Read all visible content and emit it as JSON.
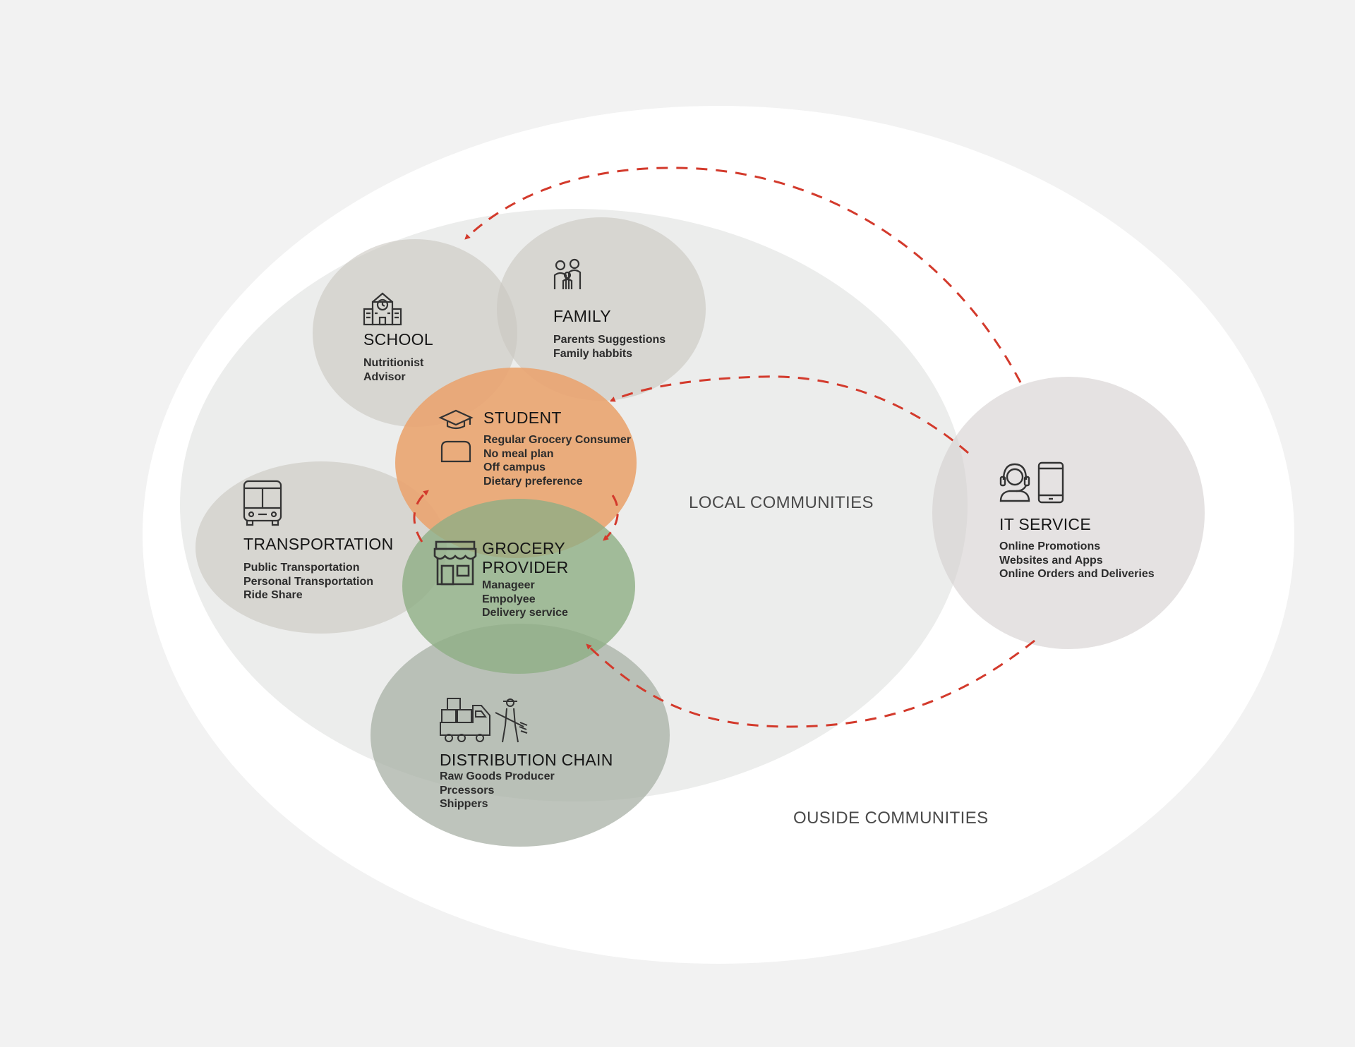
{
  "regions": {
    "local": "LOCAL COMMUNITIES",
    "outside": "OUSIDE COMMUNITIES"
  },
  "nodes": {
    "school": {
      "title": "SCHOOL",
      "items": [
        "Nutritionist",
        "Advisor"
      ],
      "icon": "school-building-icon"
    },
    "family": {
      "title": "FAMILY",
      "items": [
        "Parents Suggestions",
        "Family habbits"
      ],
      "icon": "family-icon"
    },
    "student": {
      "title": "STUDENT",
      "items": [
        "Regular Grocery Consumer",
        "No meal plan",
        "Off campus",
        "Dietary preference"
      ],
      "icon": "graduate-student-icon"
    },
    "transportation": {
      "title": "TRANSPORTATION",
      "items": [
        "Public Transportation",
        "Personal Transportation",
        "Ride Share"
      ],
      "icon": "bus-icon"
    },
    "grocery": {
      "title_line1": "GROCERY",
      "title_line2": "PROVIDER",
      "items": [
        "Manageer",
        "Empolyee",
        "Delivery service"
      ],
      "icon": "storefront-icon"
    },
    "distribution": {
      "title": "DISTRIBUTION CHAIN",
      "items": [
        "Raw Goods Producer",
        "Prcessors",
        "Shippers"
      ],
      "icon": "truck-farmer-icon"
    },
    "it": {
      "title": "IT SERVICE",
      "items": [
        "Online Promotions",
        "Websites and Apps",
        "Online Orders and Deliveries"
      ],
      "icon": "support-phone-icon"
    }
  },
  "colors": {
    "background": "#f2f2f2",
    "outer_ellipse": "#ffffff",
    "local_ellipse": "#ecedec",
    "gray_circle": "#c9c6c0",
    "student": "#eaa470",
    "grocery": "#8fae84",
    "distribution": "#a8b0a6",
    "arrow": "#d33a2c"
  }
}
